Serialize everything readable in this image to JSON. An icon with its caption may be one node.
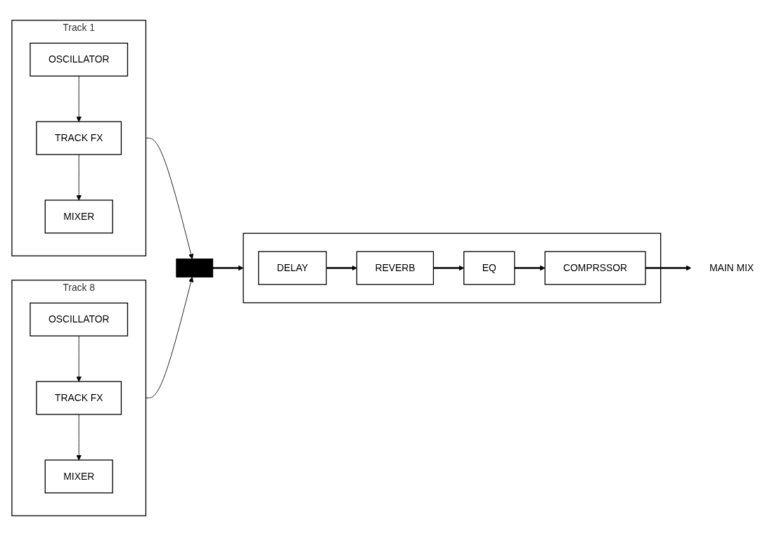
{
  "diagram": {
    "nodes": [
      {
        "text": [
          "Track 1"
        ]
      },
      {
        "text": [
          "OSCILLATOR"
        ],
        "in": 0
      },
      {
        "text": [
          "TRACK FX"
        ],
        "in": 0
      },
      {
        "text": [
          "MIXER"
        ],
        "in": 0
      },
      {
        "text": [
          "Track 8"
        ]
      },
      {
        "text": [
          "OSCILLATOR"
        ],
        "in": 4
      },
      {
        "text": [
          "TRACK FX"
        ],
        "in": 4
      },
      {
        "text": [
          "MIXER"
        ],
        "in": 4
      },
      {
        "text": [],
        "shape": "box"
      },
      {
        "text": [],
        "shape": "box"
      },
      {
        "text": [
          "DELAY"
        ],
        "in": 9
      },
      {
        "text": [
          "REVERB"
        ],
        "in": 9
      },
      {
        "text": [
          "EQ"
        ],
        "in": 9
      },
      {
        "text": [
          "COMPRSSOR"
        ],
        "in": 9
      },
      {
        "text": [
          "MAIN MIX"
        ]
      }
    ],
    "edges": [
      {
        "from": 1,
        "to": 2,
        "arrow": "to"
      },
      {
        "from": 2,
        "to": 3,
        "arrow": "to"
      },
      {
        "from": 5,
        "to": 6,
        "arrow": "to"
      },
      {
        "from": 6,
        "to": 7,
        "arrow": "to"
      },
      {
        "from": 0,
        "to": 8,
        "arrow": "to"
      },
      {
        "from": 4,
        "to": 8,
        "arrow": "to"
      },
      {
        "from": 8,
        "to": 9,
        "arrow": "to",
        "style": "thick"
      },
      {
        "from": 10,
        "to": 11,
        "arrow": "to",
        "style": "thick"
      },
      {
        "from": 11,
        "to": 12,
        "arrow": "to",
        "style": "thick"
      },
      {
        "from": 12,
        "to": 13,
        "arrow": "to",
        "style": "thick"
      },
      {
        "from": 13,
        "to": 14,
        "arrow": "to",
        "style": "thick"
      }
    ]
  }
}
